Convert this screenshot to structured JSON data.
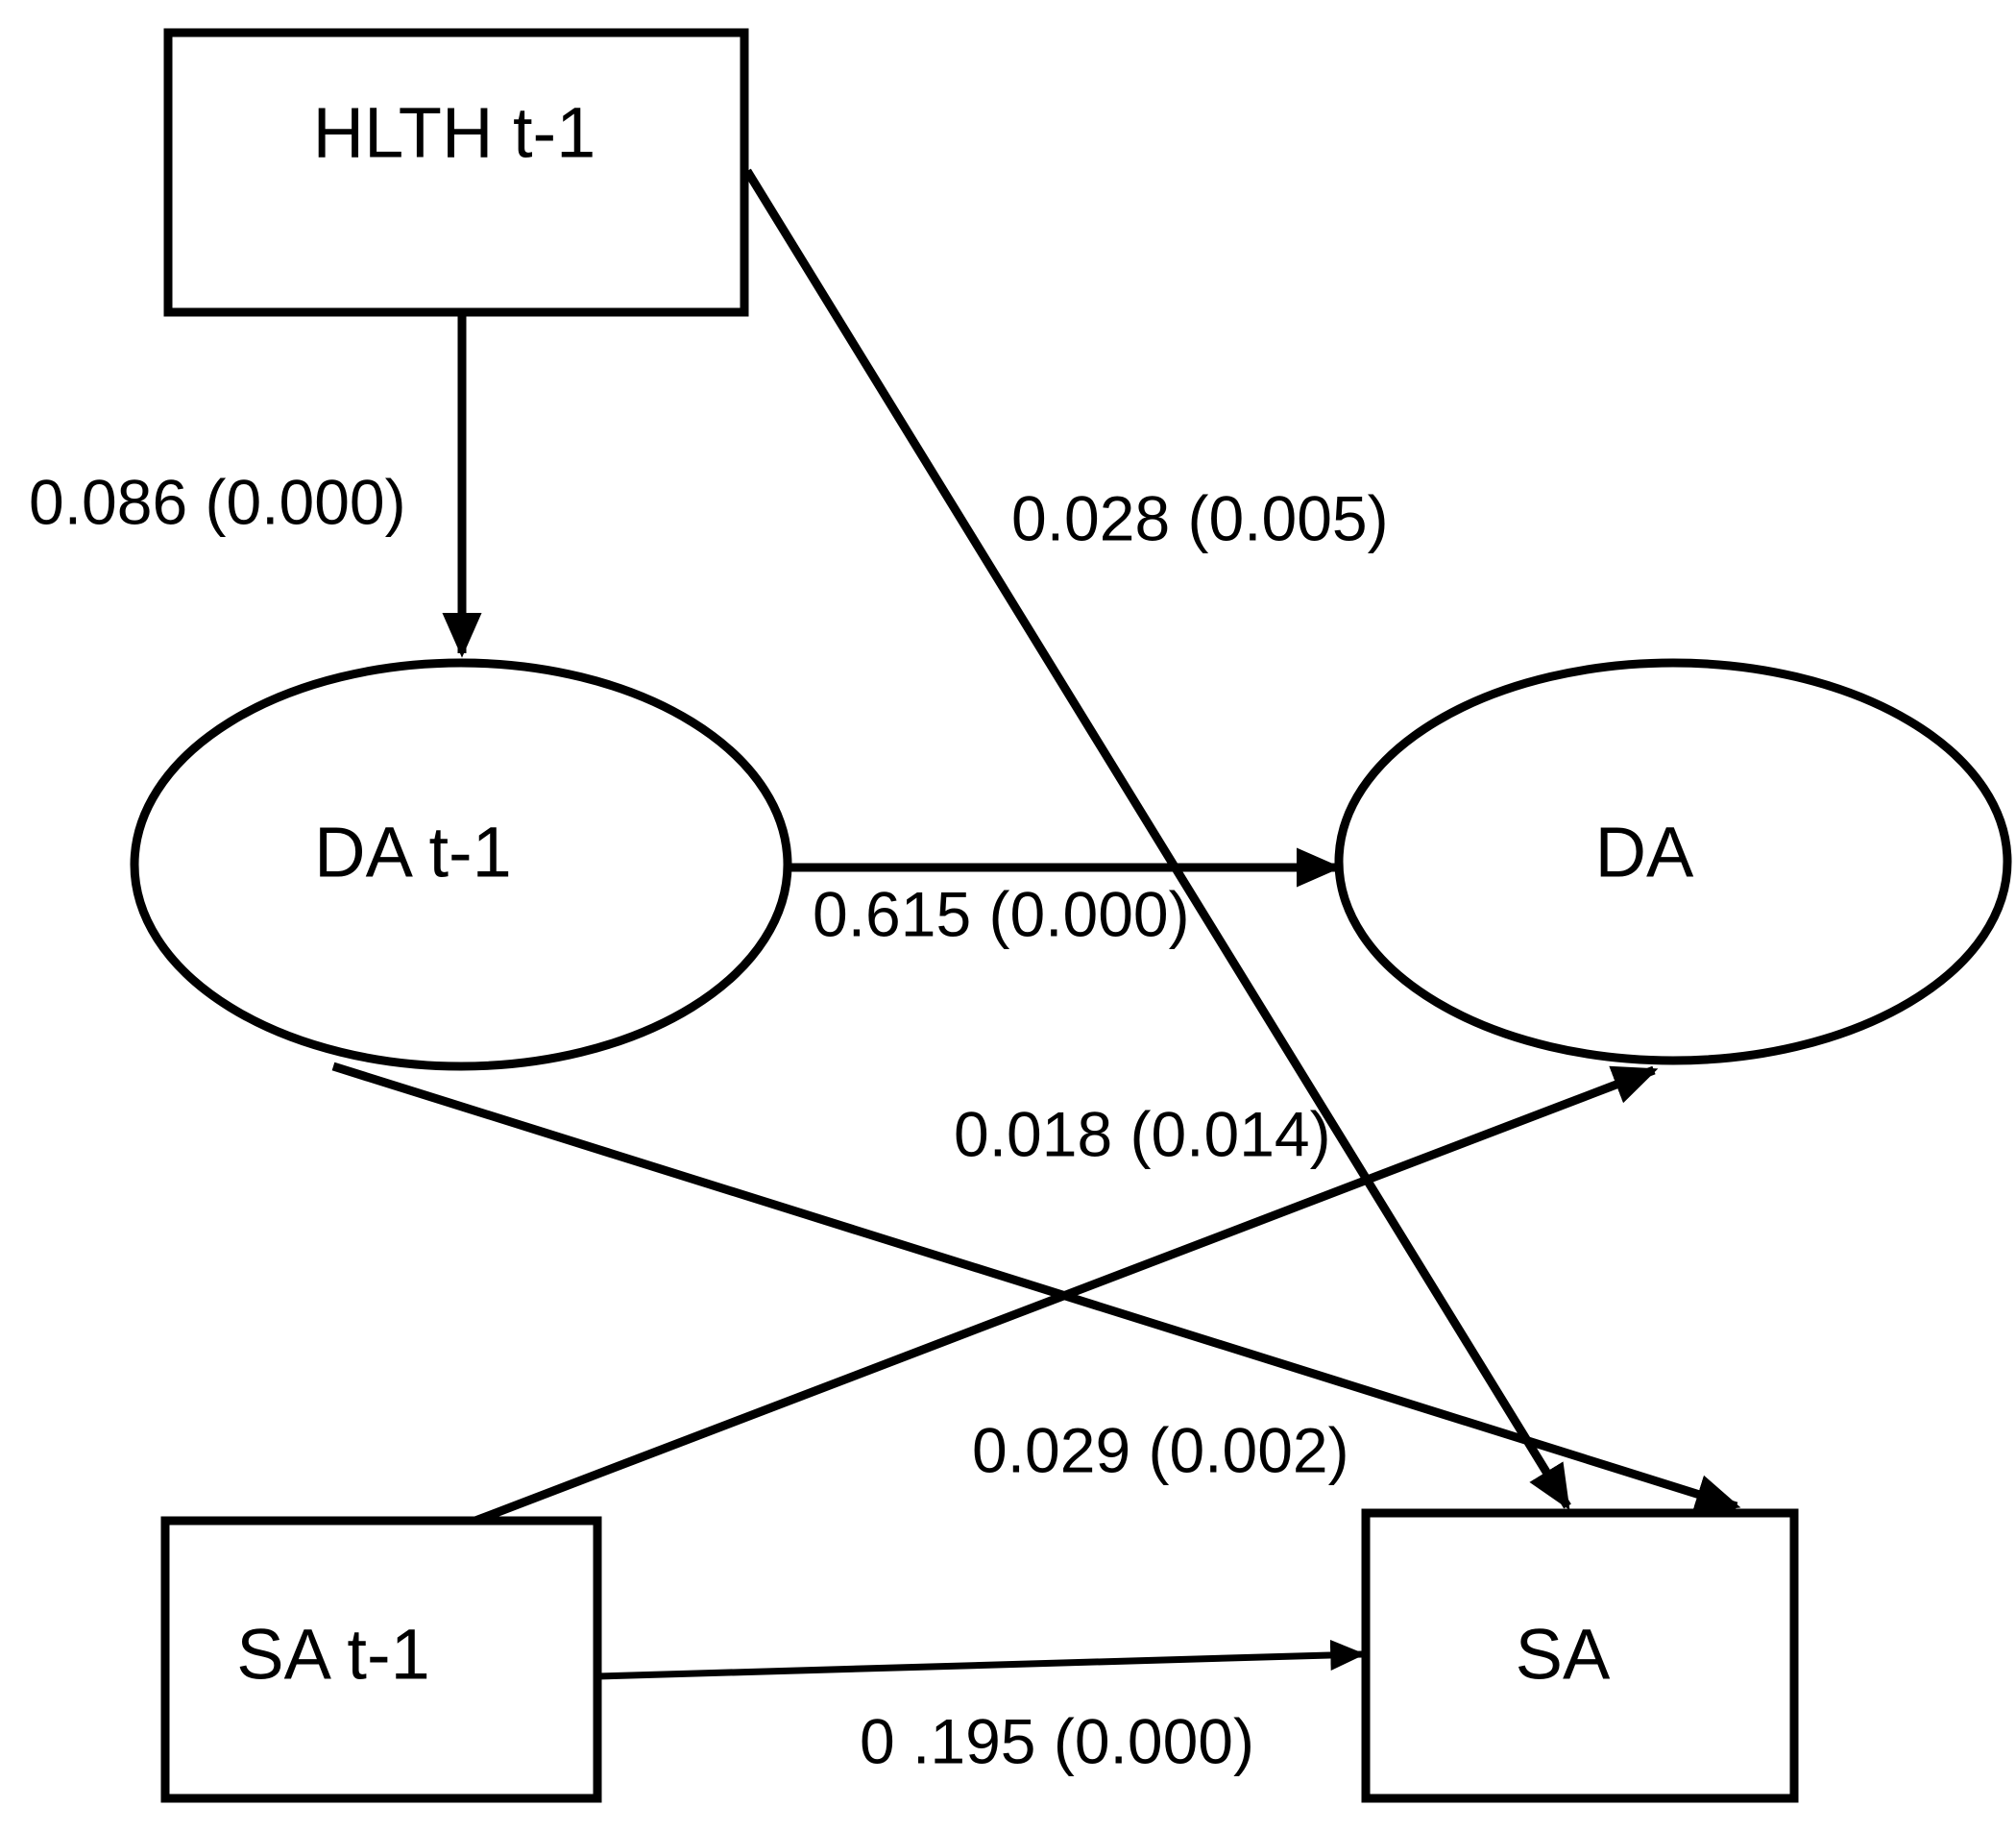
{
  "diagram": {
    "title": "Cross-lagged path diagram",
    "type": "path-diagram",
    "background_color": "#ffffff",
    "line_color": "#000000",
    "nodes": [
      {
        "id": "hlth_t1",
        "label": "HLTH t-1",
        "shape": "rectangle"
      },
      {
        "id": "da_t1",
        "label": "DA t-1",
        "shape": "ellipse"
      },
      {
        "id": "da",
        "label": "DA",
        "shape": "ellipse"
      },
      {
        "id": "sa_t1",
        "label": "SA t-1",
        "shape": "rectangle"
      },
      {
        "id": "sa",
        "label": "SA",
        "shape": "rectangle"
      }
    ],
    "edges": [
      {
        "id": "e_hlth_da_t1",
        "from": "hlth_t1",
        "to": "da_t1",
        "label": "0.086 (0.000)",
        "coefficient": 0.086,
        "p_value": 0.0
      },
      {
        "id": "e_hlth_sa",
        "from": "hlth_t1",
        "to": "sa",
        "label": "0.028 (0.005)",
        "coefficient": 0.028,
        "p_value": 0.005
      },
      {
        "id": "e_da_t1_da",
        "from": "da_t1",
        "to": "da",
        "label": "0.615 (0.000)",
        "coefficient": 0.615,
        "p_value": 0.0
      },
      {
        "id": "e_da_t1_sa",
        "from": "da_t1",
        "to": "sa",
        "label": "0.018 (0.014)",
        "coefficient": 0.018,
        "p_value": 0.014
      },
      {
        "id": "e_sa_t1_da",
        "from": "sa_t1",
        "to": "da",
        "label": "0.029 (0.002)",
        "coefficient": 0.029,
        "p_value": 0.002
      },
      {
        "id": "e_sa_t1_sa",
        "from": "sa_t1",
        "to": "sa",
        "label": "0 .195 (0.000)",
        "coefficient": 0.195,
        "p_value": 0.0
      }
    ]
  }
}
